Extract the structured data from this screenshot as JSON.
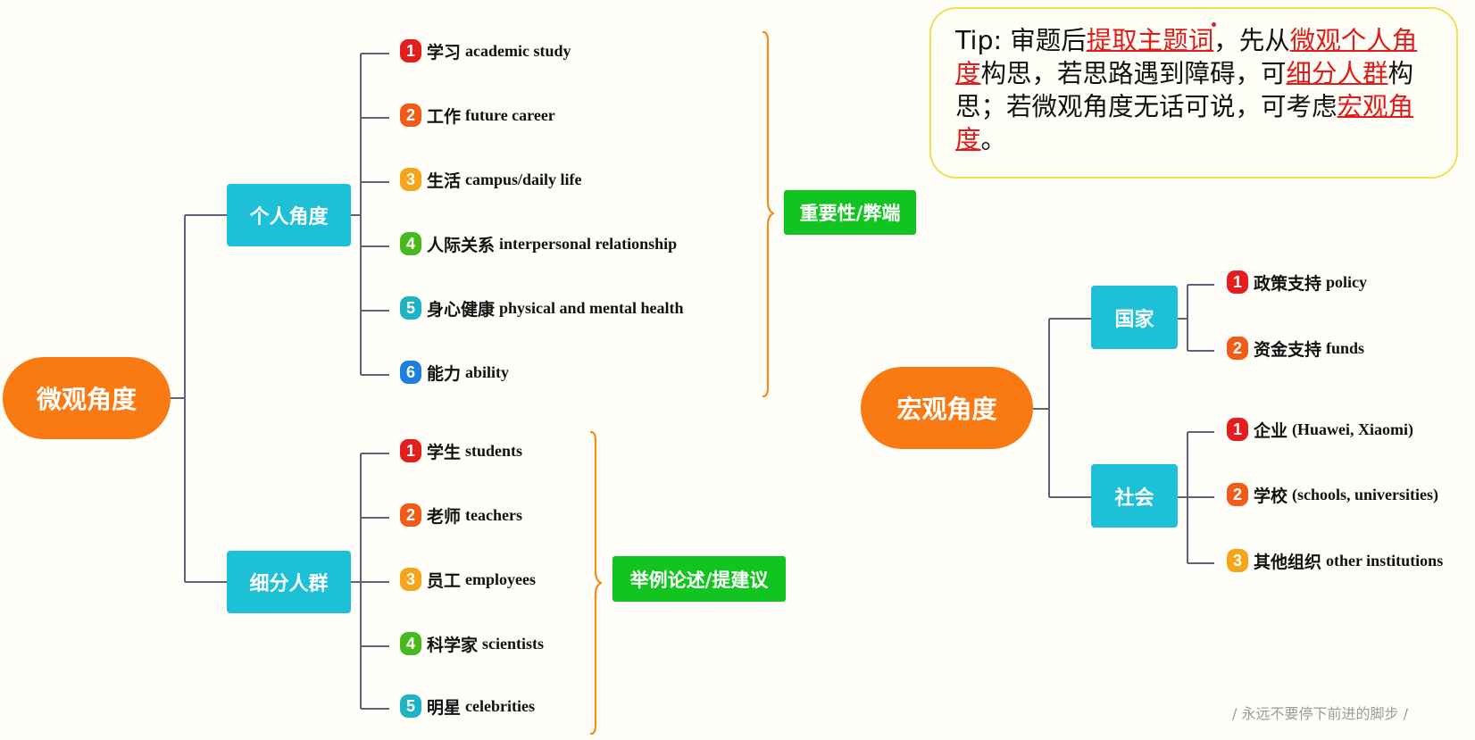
{
  "colors": {
    "root_node": "#f97a12",
    "category_box": "#1ec0d8",
    "tag_box": "#12c41f",
    "connector": "#5b6577",
    "brace": "#f4891c",
    "highlight_text": "#e01b1b",
    "tip_border": "#f1df54",
    "badge_1": "#e41e1e",
    "badge_2": "#f25c19",
    "badge_3": "#f4a51c",
    "badge_4": "#48b91f",
    "badge_5": "#1fb3c4",
    "badge_6": "#1f7fdc"
  },
  "tip": {
    "prefix": "Tip: 审题后",
    "hl1": "提取主题词",
    "mid1": "，先从",
    "hl2": "微观个人角度",
    "mid2": "构思，若思路遇到障碍，可",
    "hl3": "细分人群",
    "mid3": "构思；若微观角度无话可说，可考虑",
    "hl4": "宏观角度",
    "suffix": "。"
  },
  "micro": {
    "root": "微观角度",
    "personal": {
      "label": "个人角度",
      "tag": "重要性/弊端",
      "items": [
        {
          "num": "1",
          "zh": "学习",
          "en": "academic study",
          "icon": "number-badge-red"
        },
        {
          "num": "2",
          "zh": "工作",
          "en": "future career",
          "icon": "number-badge-orange"
        },
        {
          "num": "3",
          "zh": "生活",
          "en": "campus/daily life",
          "icon": "number-badge-yellow"
        },
        {
          "num": "4",
          "zh": "人际关系",
          "en": "interpersonal relationship",
          "icon": "number-badge-green"
        },
        {
          "num": "5",
          "zh": "身心健康",
          "en": "physical and mental health",
          "icon": "number-badge-teal"
        },
        {
          "num": "6",
          "zh": "能力",
          "en": "ability",
          "icon": "number-badge-blue"
        }
      ]
    },
    "groups": {
      "label": "细分人群",
      "tag": "举例论述/提建议",
      "items": [
        {
          "num": "1",
          "zh": "学生",
          "en": "students",
          "icon": "number-badge-red"
        },
        {
          "num": "2",
          "zh": "老师",
          "en": "teachers",
          "icon": "number-badge-orange"
        },
        {
          "num": "3",
          "zh": "员工",
          "en": "employees",
          "icon": "number-badge-yellow"
        },
        {
          "num": "4",
          "zh": "科学家",
          "en": "scientists",
          "icon": "number-badge-green"
        },
        {
          "num": "5",
          "zh": "明星",
          "en": "celebrities",
          "icon": "number-badge-teal"
        }
      ]
    }
  },
  "macro": {
    "root": "宏观角度",
    "country": {
      "label": "国家",
      "items": [
        {
          "num": "1",
          "zh": "政策支持",
          "en": "policy",
          "icon": "number-badge-red"
        },
        {
          "num": "2",
          "zh": "资金支持",
          "en": "funds",
          "icon": "number-badge-orange"
        }
      ]
    },
    "society": {
      "label": "社会",
      "items": [
        {
          "num": "1",
          "zh": "企业",
          "en": "(Huawei, Xiaomi)",
          "icon": "number-badge-red"
        },
        {
          "num": "2",
          "zh": "学校",
          "en": "(schools, universities)",
          "icon": "number-badge-orange"
        },
        {
          "num": "3",
          "zh": "其他组织",
          "en": "other institutions",
          "icon": "number-badge-yellow"
        }
      ]
    }
  },
  "watermark": "/ 永远不要停下前进的脚步 /"
}
